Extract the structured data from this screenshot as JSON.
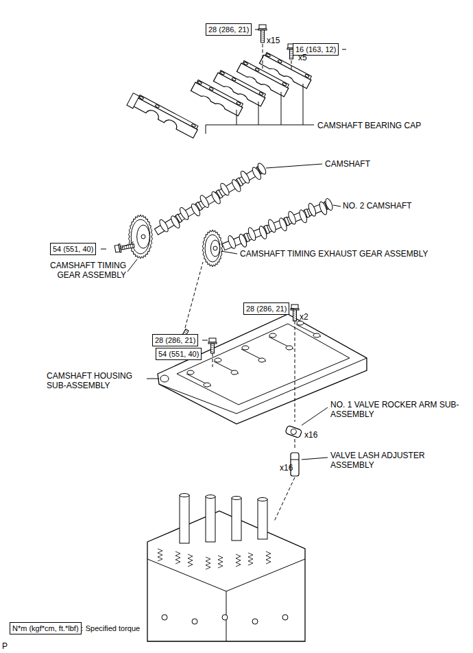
{
  "diagram": {
    "nodes": [
      {
        "text": [
          "28 (286, 21)"
        ]
      },
      {
        "text": [
          "16 (163, 12)"
        ]
      },
      {
        "text": [
          "54 (551, 40)"
        ]
      },
      {
        "text": [
          "28 (286, 21)"
        ]
      },
      {
        "text": [
          "28 (286, 21)"
        ]
      },
      {
        "text": [
          "54 (551, 40)"
        ]
      },
      {
        "text": [
          "N*m (kgf*cm, ft.*lbf)",
          ": Specified torque"
        ]
      }
    ],
    "edges": [],
    "labels": [
      "x15",
      "x5",
      "CAMSHAFT BEARING CAP",
      "CAMSHAFT",
      "NO. 2 CAMSHAFT",
      "CAMSHAFT TIMING EXHAUST GEAR ASSEMBLY",
      "CAMSHAFT TIMING GEAR ASSEMBLY",
      "x2",
      "CAMSHAFT HOUSING SUB-ASSEMBLY",
      "NO. 1 VALVE ROCKER ARM SUB-ASSEMBLY",
      "x16",
      "VALVE LASH ADJUSTER ASSEMBLY",
      "x16",
      "P"
    ]
  }
}
